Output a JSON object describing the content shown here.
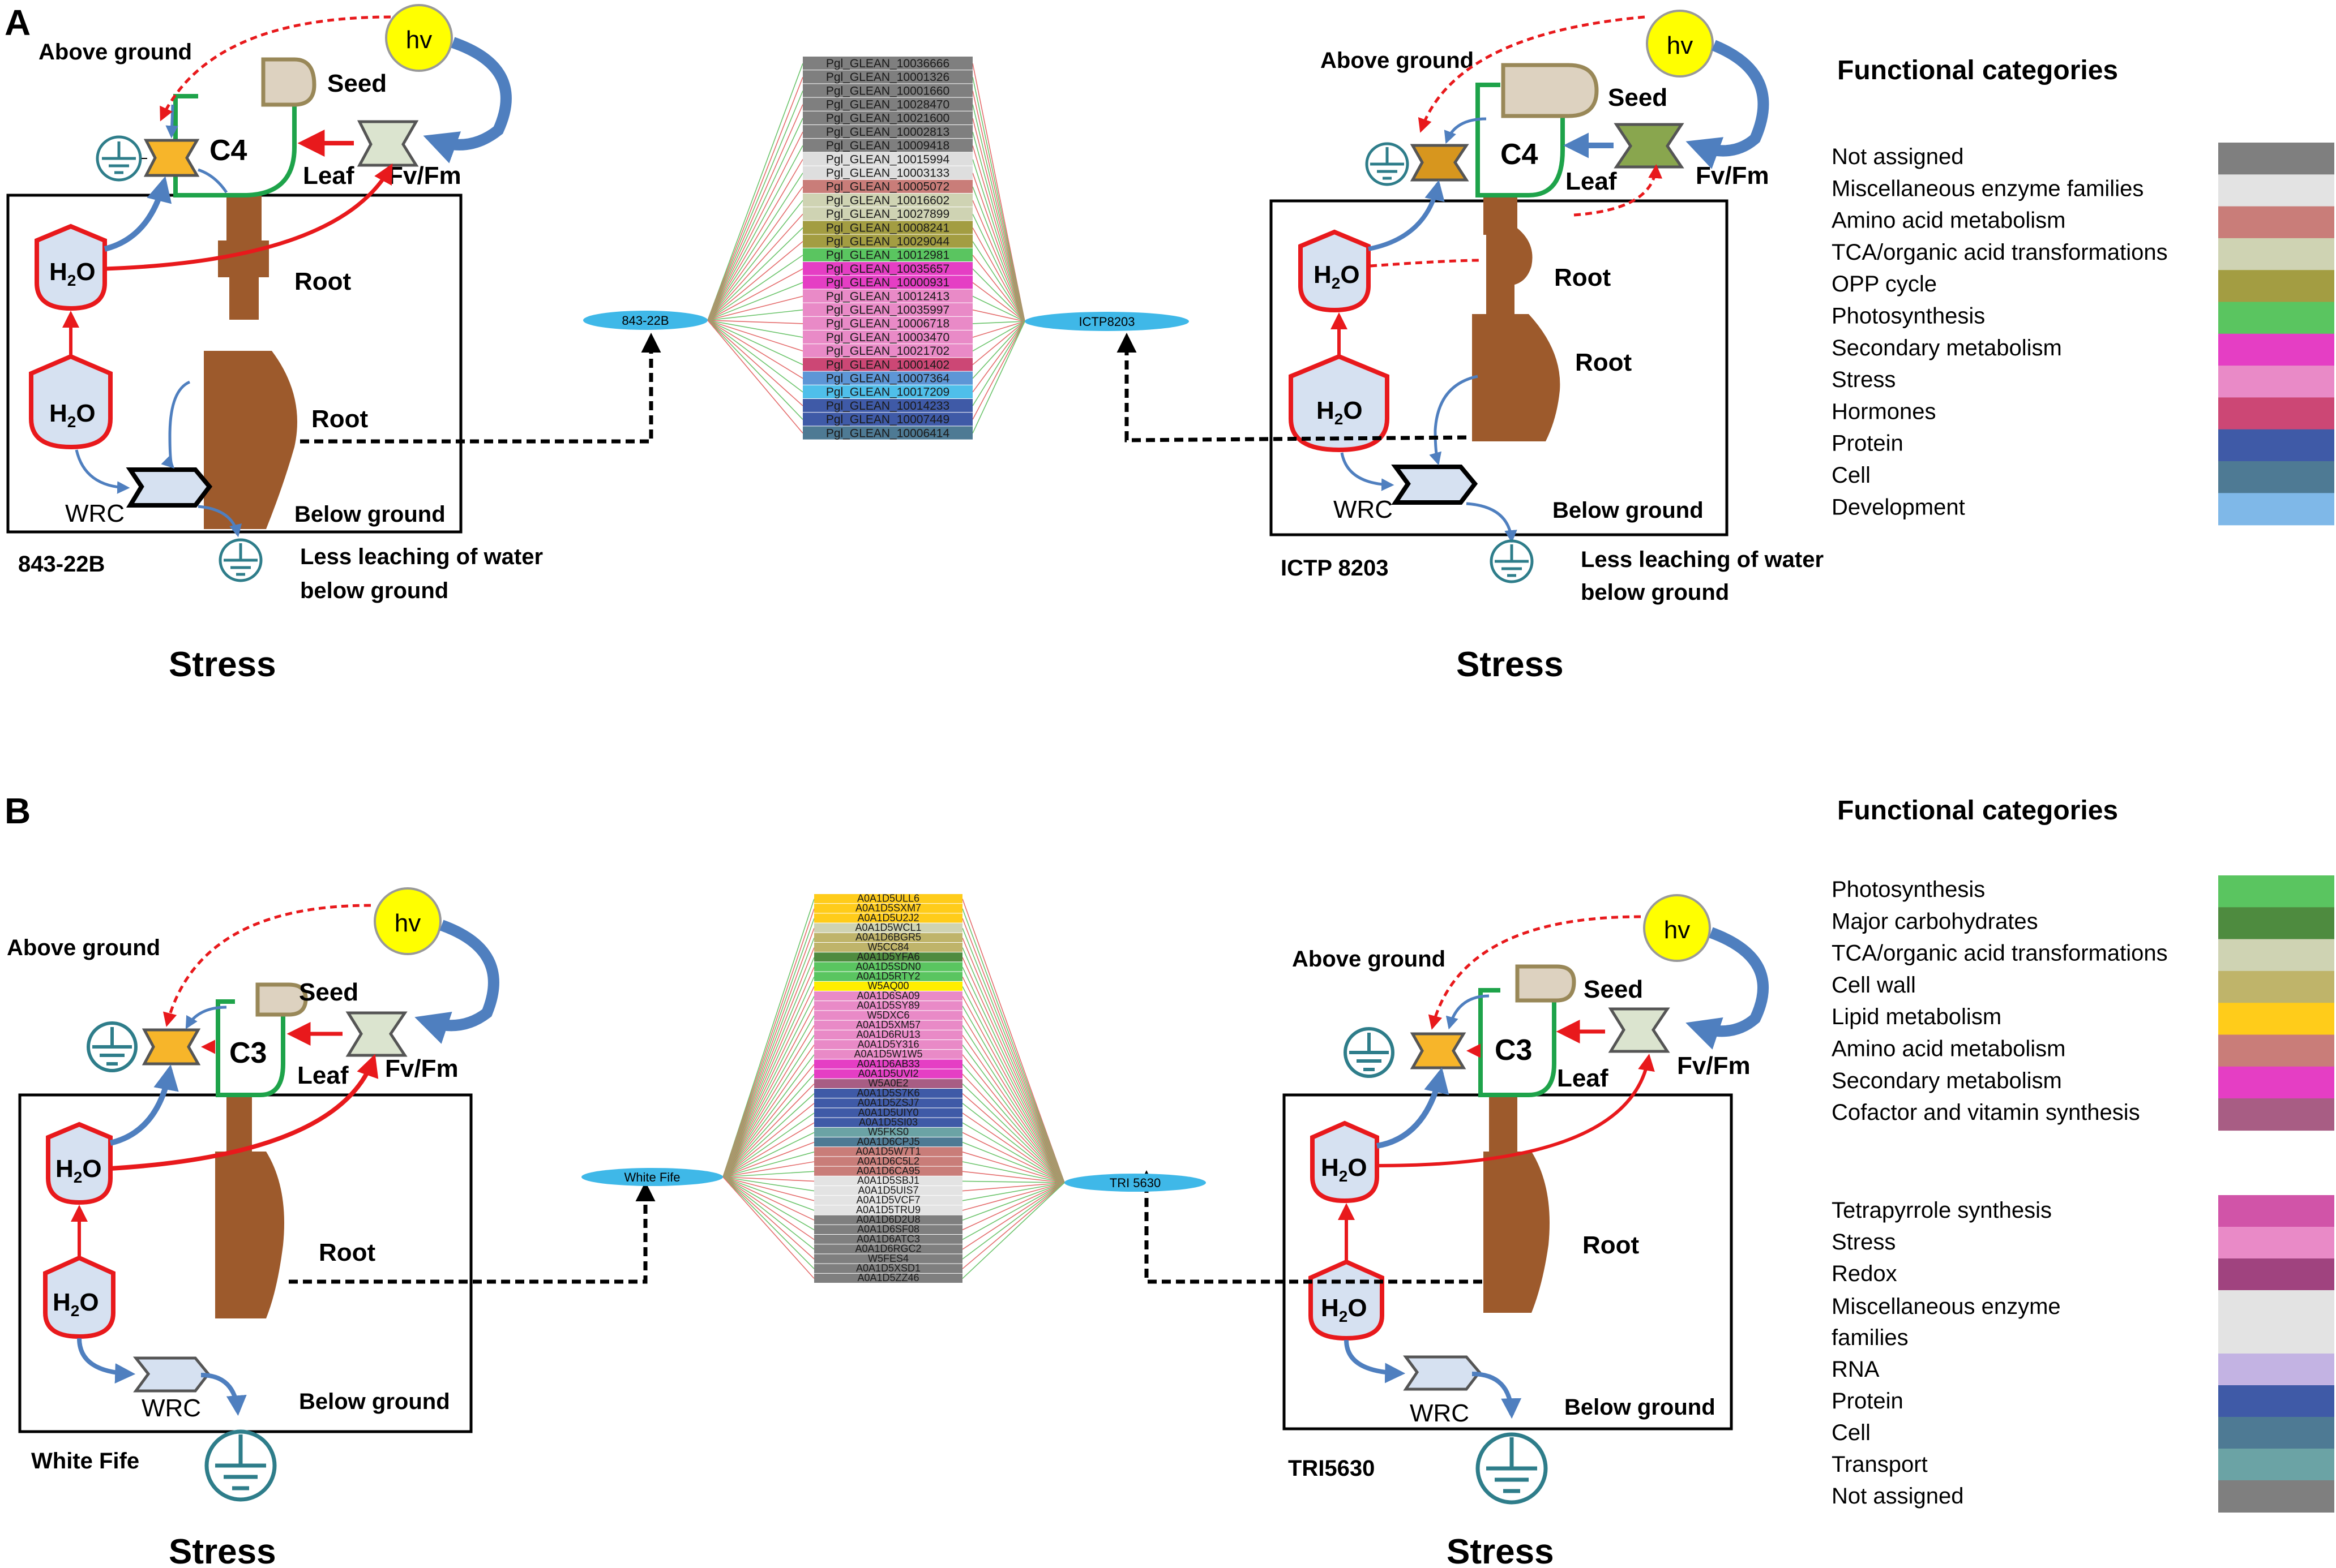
{
  "panel_a": {
    "letter": "A",
    "left": {
      "hv": "hv",
      "above_ground": "Above ground",
      "seed": "Seed",
      "type": "C4",
      "leaf": "Leaf",
      "fvfm": "Fv/Fm",
      "root1": "Root",
      "root2": "Root",
      "h2o1_main": "H",
      "h2o1_sub": "2",
      "h2o1_end": "O",
      "h2o2_main": "H",
      "h2o2_sub": "2",
      "h2o2_end": "O",
      "wrc": "WRC",
      "below_ground": "Below ground",
      "genotype": "843-22B",
      "leach1": "Less leaching of water",
      "leach2": "below ground",
      "stress": "Stress"
    },
    "right": {
      "hv": "hv",
      "above_ground": "Above ground",
      "seed": "Seed",
      "type": "C4",
      "leaf": "Leaf",
      "fvfm": "Fv/Fm",
      "root1": "Root",
      "root2": "Root",
      "h2o1_main": "H",
      "h2o1_sub": "2",
      "h2o1_end": "O",
      "h2o2_main": "H",
      "h2o2_sub": "2",
      "h2o2_end": "O",
      "wrc": "WRC",
      "below_ground": "Below ground",
      "genotype": "ICTP 8203",
      "leach1": "Less leaching of water",
      "leach2": "below ground",
      "stress": "Stress"
    },
    "network": {
      "left_node": "843-22B",
      "right_node": "ICTP8203",
      "genes": [
        {
          "id": "Pgl_GLEAN_10036666",
          "color": "#7f7f7f"
        },
        {
          "id": "Pgl_GLEAN_10001326",
          "color": "#7f7f7f"
        },
        {
          "id": "Pgl_GLEAN_10001660",
          "color": "#7f7f7f"
        },
        {
          "id": "Pgl_GLEAN_10028470",
          "color": "#7f7f7f"
        },
        {
          "id": "Pgl_GLEAN_10021600",
          "color": "#7f7f7f"
        },
        {
          "id": "Pgl_GLEAN_10002813",
          "color": "#7f7f7f"
        },
        {
          "id": "Pgl_GLEAN_10009418",
          "color": "#7f7f7f"
        },
        {
          "id": "Pgl_GLEAN_10015994",
          "color": "#dedede"
        },
        {
          "id": "Pgl_GLEAN_10003133",
          "color": "#dedede"
        },
        {
          "id": "Pgl_GLEAN_10005072",
          "color": "#c97d79"
        },
        {
          "id": "Pgl_GLEAN_10016602",
          "color": "#cfd3b3"
        },
        {
          "id": "Pgl_GLEAN_10027899",
          "color": "#cfd3b3"
        },
        {
          "id": "Pgl_GLEAN_10008241",
          "color": "#a39d42"
        },
        {
          "id": "Pgl_GLEAN_10029044",
          "color": "#a39d42"
        },
        {
          "id": "Pgl_GLEAN_10012981",
          "color": "#5ac560"
        },
        {
          "id": "Pgl_GLEAN_10035657",
          "color": "#e53ec4"
        },
        {
          "id": "Pgl_GLEAN_10000931",
          "color": "#e53ec4"
        },
        {
          "id": "Pgl_GLEAN_10012413",
          "color": "#e98ac7"
        },
        {
          "id": "Pgl_GLEAN_10035997",
          "color": "#e98ac7"
        },
        {
          "id": "Pgl_GLEAN_10006718",
          "color": "#e98ac7"
        },
        {
          "id": "Pgl_GLEAN_10003470",
          "color": "#e98ac7"
        },
        {
          "id": "Pgl_GLEAN_10021702",
          "color": "#e98ac7"
        },
        {
          "id": "Pgl_GLEAN_10001402",
          "color": "#cc4775"
        },
        {
          "id": "Pgl_GLEAN_10007364",
          "color": "#5d96d6"
        },
        {
          "id": "Pgl_GLEAN_10017209",
          "color": "#4fbfea"
        },
        {
          "id": "Pgl_GLEAN_10014233",
          "color": "#3f5aa7"
        },
        {
          "id": "Pgl_GLEAN_10007449",
          "color": "#3f5aa7"
        },
        {
          "id": "Pgl_GLEAN_10006414",
          "color": "#4e7a94"
        }
      ]
    },
    "legend": {
      "title": "Functional categories",
      "items": [
        {
          "label": "Not assigned",
          "color": "#7f7f7f"
        },
        {
          "label": "Miscellaneous enzyme families",
          "color": "#e3e3e3"
        },
        {
          "label": "Amino acid metabolism",
          "color": "#c97d79"
        },
        {
          "label": "TCA/organic acid transformations",
          "color": "#cfd3b3"
        },
        {
          "label": "OPP cycle",
          "color": "#a39d42"
        },
        {
          "label": "Photosynthesis",
          "color": "#5ac560"
        },
        {
          "label": "Secondary metabolism",
          "color": "#e53ec4"
        },
        {
          "label": "Stress",
          "color": "#e98ac7"
        },
        {
          "label": "Hormones",
          "color": "#cc4775"
        },
        {
          "label": "Protein",
          "color": "#3f5aa7"
        },
        {
          "label": "Cell",
          "color": "#4e7a94"
        },
        {
          "label": "Development",
          "color": "#7fb8e8"
        }
      ]
    }
  },
  "panel_b": {
    "letter": "B",
    "left": {
      "hv": "hv",
      "above_ground": "Above ground",
      "seed": "Seed",
      "type": "C3",
      "leaf": "Leaf",
      "fvfm": "Fv/Fm",
      "root": "Root",
      "h2o1_main": "H",
      "h2o1_sub": "2",
      "h2o1_end": "O",
      "h2o2_main": "H",
      "h2o2_sub": "2",
      "h2o2_end": "O",
      "wrc": "WRC",
      "below_ground": "Below ground",
      "genotype": "White Fife",
      "stress": "Stress"
    },
    "right": {
      "hv": "hv",
      "above_ground": "Above ground",
      "seed": "Seed",
      "type": "C3",
      "leaf": "Leaf",
      "fvfm": "Fv/Fm",
      "root": "Root",
      "h2o1_main": "H",
      "h2o1_sub": "2",
      "h2o1_end": "O",
      "h2o2_main": "H",
      "h2o2_sub": "2",
      "h2o2_end": "O",
      "wrc": "WRC",
      "below_ground": "Below ground",
      "genotype": "TRI5630",
      "stress": "Stress"
    },
    "network": {
      "left_node": "White Fife",
      "right_node": "TRI 5630",
      "genes": [
        {
          "id": "A0A1D5ULL6",
          "color": "#ffcc1a"
        },
        {
          "id": "A0A1D5SXM7",
          "color": "#ffcc1a"
        },
        {
          "id": "A0A1D5U2J2",
          "color": "#ffcc1a"
        },
        {
          "id": "A0A1D5WCL1",
          "color": "#cfd3b3"
        },
        {
          "id": "A0A1D6BGR5",
          "color": "#bfb46a"
        },
        {
          "id": "W5CC84",
          "color": "#bfb46a"
        },
        {
          "id": "A0A1D5YFA6",
          "color": "#4e8b3f"
        },
        {
          "id": "A0A1D5SDN0",
          "color": "#5ac560"
        },
        {
          "id": "A0A1D5RTY2",
          "color": "#5ac560"
        },
        {
          "id": "W5AQ00",
          "color": "#ffee00"
        },
        {
          "id": "A0A1D6SA09",
          "color": "#e98ac7"
        },
        {
          "id": "A0A1D5SY89",
          "color": "#e98ac7"
        },
        {
          "id": "W5DXC6",
          "color": "#e98ac7"
        },
        {
          "id": "A0A1D5XM57",
          "color": "#e98ac7"
        },
        {
          "id": "A0A1D6RU13",
          "color": "#e98ac7"
        },
        {
          "id": "A0A1D5Y316",
          "color": "#e98ac7"
        },
        {
          "id": "A0A1D5W1W5",
          "color": "#e98ac7"
        },
        {
          "id": "A0A1D6AB33",
          "color": "#e53ec4"
        },
        {
          "id": "A0A1D5UVI2",
          "color": "#e53ec4"
        },
        {
          "id": "W5A0E2",
          "color": "#a85d84"
        },
        {
          "id": "A0A1D5S7K6",
          "color": "#3f5aa7"
        },
        {
          "id": "A0A1D5ZSJ7",
          "color": "#3f5aa7"
        },
        {
          "id": "A0A1D5UIY0",
          "color": "#3f5aa7"
        },
        {
          "id": "A0A1D5SI03",
          "color": "#3f5aa7"
        },
        {
          "id": "W5FKS0",
          "color": "#6ba3a5"
        },
        {
          "id": "A0A1D6CPJ5",
          "color": "#4e7a94"
        },
        {
          "id": "A0A1D5W7T1",
          "color": "#c97d79"
        },
        {
          "id": "A0A1D6C5L2",
          "color": "#c97d79"
        },
        {
          "id": "A0A1D6CA95",
          "color": "#c97d79"
        },
        {
          "id": "A0A1D5SBJ1",
          "color": "#e3e3e3"
        },
        {
          "id": "A0A1D5UIS7",
          "color": "#e3e3e3"
        },
        {
          "id": "A0A1D5VCF7",
          "color": "#e3e3e3"
        },
        {
          "id": "A0A1D5TRU9",
          "color": "#e3e3e3"
        },
        {
          "id": "A0A1D6D2U8",
          "color": "#7f7f7f"
        },
        {
          "id": "A0A1D6SF08",
          "color": "#7f7f7f"
        },
        {
          "id": "A0A1D6ATC3",
          "color": "#7f7f7f"
        },
        {
          "id": "A0A1D6RGC2",
          "color": "#7f7f7f"
        },
        {
          "id": "W5FES4",
          "color": "#7f7f7f"
        },
        {
          "id": "A0A1D5XSD1",
          "color": "#7f7f7f"
        },
        {
          "id": "A0A1D5ZZ46",
          "color": "#7f7f7f"
        }
      ]
    },
    "legend": {
      "title": "Functional categories",
      "group1": [
        {
          "label": "Photosynthesis",
          "color": "#5ac560"
        },
        {
          "label": "Major carbohydrates",
          "color": "#4e8b3f"
        },
        {
          "label": "TCA/organic acid transformations",
          "color": "#cfd3b3"
        },
        {
          "label": "Cell wall",
          "color": "#bfb46a"
        },
        {
          "label": "Lipid metabolism",
          "color": "#ffcc1a"
        },
        {
          "label": "Amino acid metabolism",
          "color": "#c97d79"
        },
        {
          "label": "Secondary metabolism",
          "color": "#e53ec4"
        },
        {
          "label": "Cofactor and vitamin synthesis",
          "color": "#a85d84"
        }
      ],
      "group2": [
        {
          "label": "Tetrapyrrole synthesis",
          "color": "#d154a8"
        },
        {
          "label": "Stress",
          "color": "#e98ac7"
        },
        {
          "label": "Redox",
          "color": "#a0437f"
        },
        {
          "label": "Miscellaneous enzyme",
          "label2": "families",
          "color": "#e3e3e3"
        },
        {
          "label": "RNA",
          "color": "#c3b3e3"
        },
        {
          "label": "Protein",
          "color": "#3f5aa7"
        },
        {
          "label": "Cell",
          "color": "#4e7a94"
        },
        {
          "label": "Transport",
          "color": "#6ba3a5"
        },
        {
          "label": "Not assigned",
          "color": "#7f7f7f"
        }
      ]
    }
  }
}
